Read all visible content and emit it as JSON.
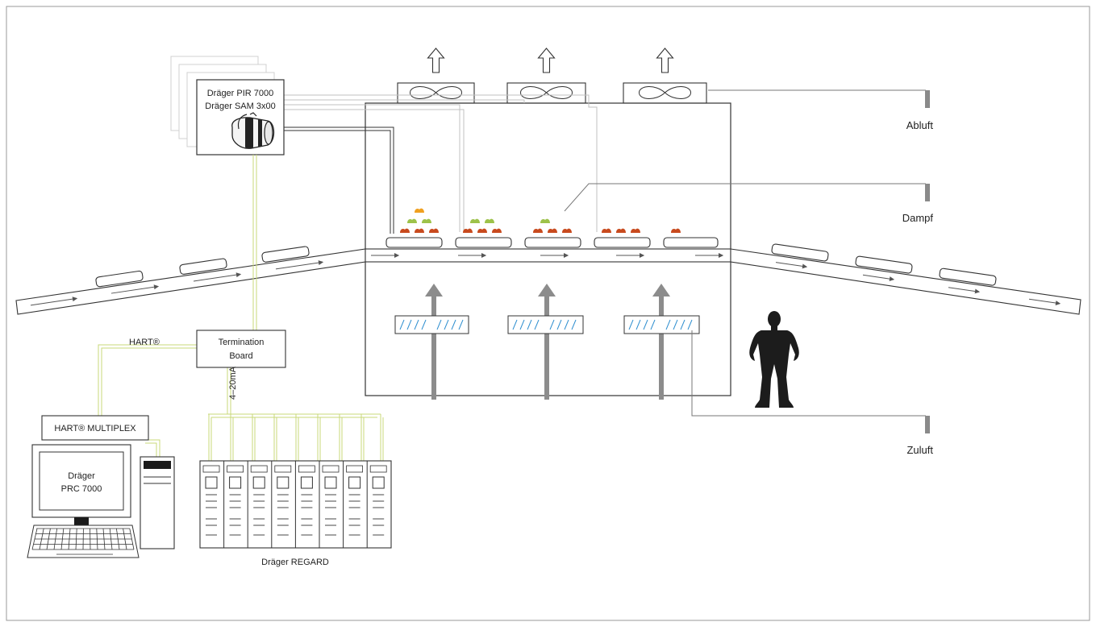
{
  "labels": {
    "sensor_line1": "Dräger PIR 7000",
    "sensor_line2": "Dräger SAM 3x00",
    "termination_line1": "Termination",
    "termination_line2": "Board",
    "hart": "HART®",
    "current": "4–20mA",
    "multiplex": "HART® MULTIPLEX",
    "prc_line1": "Dräger",
    "prc_line2": "PRC 7000",
    "regard": "Dräger REGARD",
    "abluft": "Abluft",
    "dampf": "Dampf",
    "zuluft": "Zuluft"
  },
  "colors": {
    "line": "#333333",
    "signal_line": "#c9d97a",
    "duct_arrow": "#8c8c8c",
    "filter_hatch": "#2f8fd0",
    "marker": "#8a8a8a",
    "product_red": "#c84a1e",
    "product_green": "#9dc24a",
    "product_orange": "#f0a020",
    "person": "#1c1c1c"
  }
}
